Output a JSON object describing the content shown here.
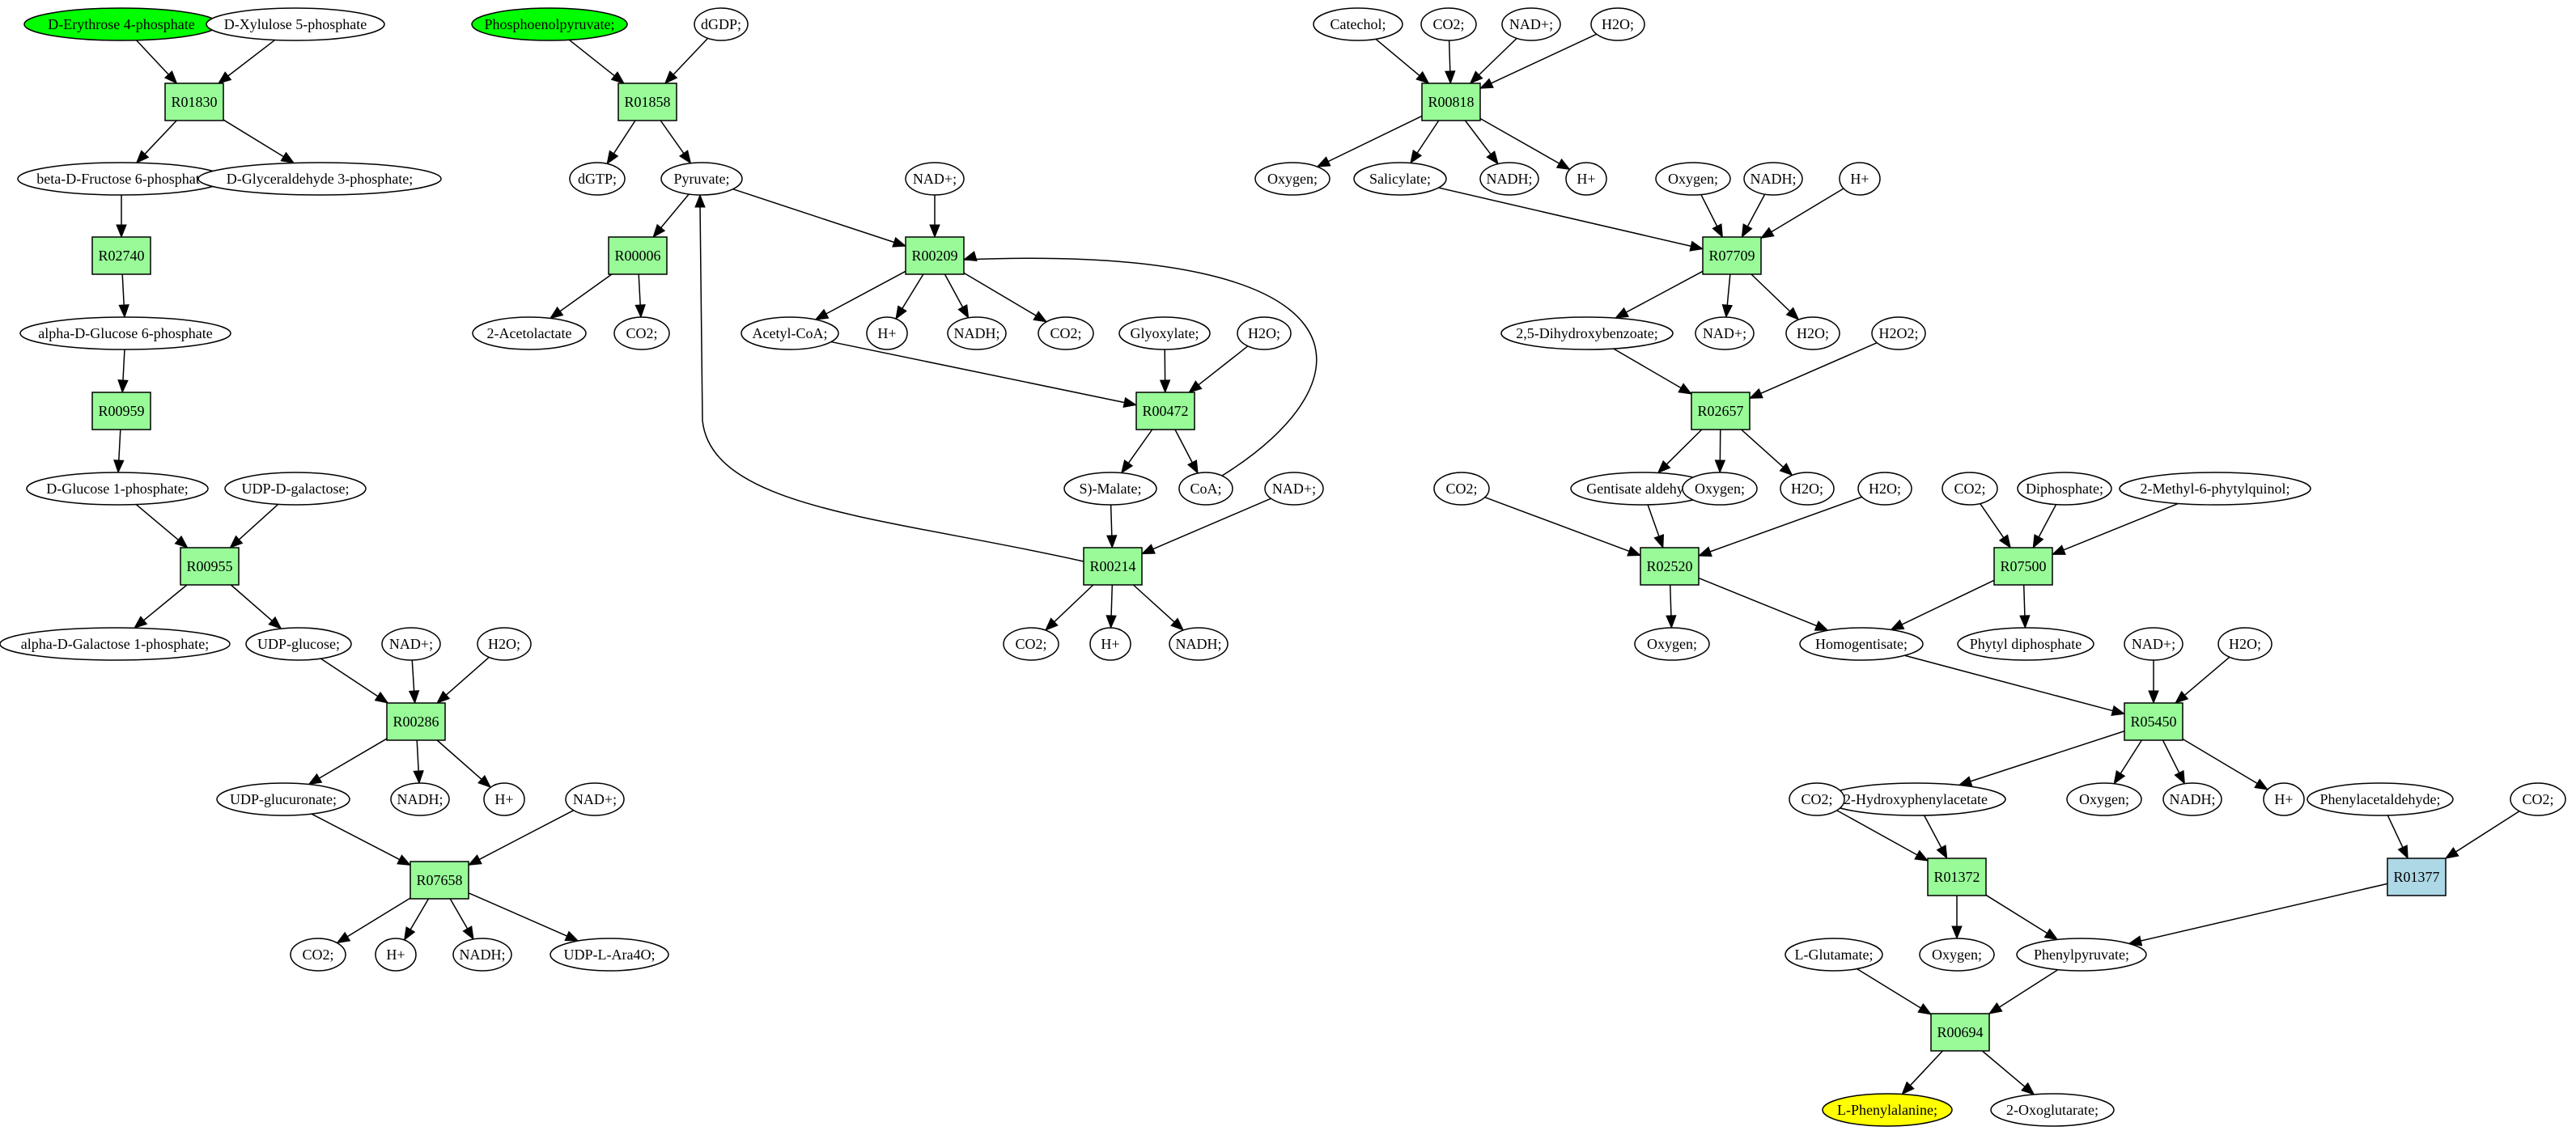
{
  "colors": {
    "reaction": "#98fb98",
    "reaction_alt": "#add8e6",
    "source": "#00ff00",
    "target": "#ffff00",
    "compound": "#ffffff",
    "stroke": "#000000"
  },
  "nodes": [
    {
      "id": "c_e4p",
      "label": "D-Erythrose 4-phosphate",
      "kind": "compound",
      "status": "source"
    },
    {
      "id": "c_x5p",
      "label": "D-Xylulose 5-phosphate",
      "kind": "compound"
    },
    {
      "id": "r_R01830",
      "label": "R01830",
      "kind": "reaction"
    },
    {
      "id": "c_bf6p",
      "label": "beta-D-Fructose 6-phosphate",
      "kind": "compound"
    },
    {
      "id": "c_g3p",
      "label": "D-Glyceraldehyde 3-phosphate;",
      "kind": "compound"
    },
    {
      "id": "r_R02740",
      "label": "R02740",
      "kind": "reaction"
    },
    {
      "id": "c_ag6p",
      "label": "alpha-D-Glucose 6-phosphate",
      "kind": "compound"
    },
    {
      "id": "r_R00959",
      "label": "R00959",
      "kind": "reaction"
    },
    {
      "id": "c_g1p",
      "label": "D-Glucose 1-phosphate;",
      "kind": "compound"
    },
    {
      "id": "c_udpgal",
      "label": "UDP-D-galactose;",
      "kind": "compound"
    },
    {
      "id": "r_R00955",
      "label": "R00955",
      "kind": "reaction"
    },
    {
      "id": "c_agal1p",
      "label": "alpha-D-Galactose 1-phosphate;",
      "kind": "compound"
    },
    {
      "id": "c_udpglc",
      "label": "UDP-glucose;",
      "kind": "compound"
    },
    {
      "id": "c_nad_a",
      "label": "NAD+;",
      "kind": "compound"
    },
    {
      "id": "c_h2o_a",
      "label": "H2O;",
      "kind": "compound"
    },
    {
      "id": "r_R00286",
      "label": "R00286",
      "kind": "reaction"
    },
    {
      "id": "c_udpgluc",
      "label": "UDP-glucuronate;",
      "kind": "compound"
    },
    {
      "id": "c_nadh_a",
      "label": "NADH;",
      "kind": "compound"
    },
    {
      "id": "c_h_a",
      "label": "H+",
      "kind": "compound"
    },
    {
      "id": "c_nad_b",
      "label": "NAD+;",
      "kind": "compound"
    },
    {
      "id": "r_R07658",
      "label": "R07658",
      "kind": "reaction"
    },
    {
      "id": "c_co2_a",
      "label": "CO2;",
      "kind": "compound"
    },
    {
      "id": "c_h_b",
      "label": "H+",
      "kind": "compound"
    },
    {
      "id": "c_nadh_b",
      "label": "NADH;",
      "kind": "compound"
    },
    {
      "id": "c_udpara",
      "label": "UDP-L-Ara4O;",
      "kind": "compound"
    },
    {
      "id": "c_pep",
      "label": "Phosphoenolpyruvate;",
      "kind": "compound",
      "status": "source"
    },
    {
      "id": "c_dgdp",
      "label": "dGDP;",
      "kind": "compound"
    },
    {
      "id": "r_R01858",
      "label": "R01858",
      "kind": "reaction"
    },
    {
      "id": "c_dgtp",
      "label": "dGTP;",
      "kind": "compound"
    },
    {
      "id": "c_pyr",
      "label": "Pyruvate;",
      "kind": "compound"
    },
    {
      "id": "r_R00006",
      "label": "R00006",
      "kind": "reaction"
    },
    {
      "id": "c_acetolac",
      "label": "2-Acetolactate",
      "kind": "compound"
    },
    {
      "id": "c_co2_b",
      "label": "CO2;",
      "kind": "compound"
    },
    {
      "id": "c_nad_c",
      "label": "NAD+;",
      "kind": "compound"
    },
    {
      "id": "r_R00209",
      "label": "R00209",
      "kind": "reaction"
    },
    {
      "id": "c_accoa",
      "label": "Acetyl-CoA;",
      "kind": "compound"
    },
    {
      "id": "c_h_c",
      "label": "H+",
      "kind": "compound"
    },
    {
      "id": "c_nadh_c",
      "label": "NADH;",
      "kind": "compound"
    },
    {
      "id": "c_co2_c",
      "label": "CO2;",
      "kind": "compound"
    },
    {
      "id": "c_glyox",
      "label": "Glyoxylate;",
      "kind": "compound"
    },
    {
      "id": "c_h2o_b",
      "label": "H2O;",
      "kind": "compound"
    },
    {
      "id": "r_R00472",
      "label": "R00472",
      "kind": "reaction"
    },
    {
      "id": "c_malate",
      "label": "S)-Malate;",
      "kind": "compound"
    },
    {
      "id": "c_coa",
      "label": "CoA;",
      "kind": "compound"
    },
    {
      "id": "c_nad_d",
      "label": "NAD+;",
      "kind": "compound"
    },
    {
      "id": "r_R00214",
      "label": "R00214",
      "kind": "reaction"
    },
    {
      "id": "c_co2_d",
      "label": "CO2;",
      "kind": "compound"
    },
    {
      "id": "c_h_d",
      "label": "H+",
      "kind": "compound"
    },
    {
      "id": "c_nadh_d",
      "label": "NADH;",
      "kind": "compound"
    },
    {
      "id": "c_catechol",
      "label": "Catechol;",
      "kind": "compound"
    },
    {
      "id": "c_co2_e",
      "label": "CO2;",
      "kind": "compound"
    },
    {
      "id": "c_nad_e",
      "label": "NAD+;",
      "kind": "compound"
    },
    {
      "id": "c_h2o_c",
      "label": "H2O;",
      "kind": "compound"
    },
    {
      "id": "r_R00818",
      "label": "R00818",
      "kind": "reaction"
    },
    {
      "id": "c_oxy_a",
      "label": "Oxygen;",
      "kind": "compound"
    },
    {
      "id": "c_salicylate",
      "label": "Salicylate;",
      "kind": "compound"
    },
    {
      "id": "c_nadh_e",
      "label": "NADH;",
      "kind": "compound"
    },
    {
      "id": "c_h_e",
      "label": "H+",
      "kind": "compound"
    },
    {
      "id": "c_oxy_b",
      "label": "Oxygen;",
      "kind": "compound"
    },
    {
      "id": "c_nadh_f",
      "label": "NADH;",
      "kind": "compound"
    },
    {
      "id": "c_h_f",
      "label": "H+",
      "kind": "compound"
    },
    {
      "id": "r_R07709",
      "label": "R07709",
      "kind": "reaction"
    },
    {
      "id": "c_dhb",
      "label": "2,5-Dihydroxybenzoate;",
      "kind": "compound"
    },
    {
      "id": "c_nad_f",
      "label": "NAD+;",
      "kind": "compound"
    },
    {
      "id": "c_h2o_d",
      "label": "H2O;",
      "kind": "compound"
    },
    {
      "id": "c_h2o2",
      "label": "H2O2;",
      "kind": "compound"
    },
    {
      "id": "r_R02657",
      "label": "R02657",
      "kind": "reaction"
    },
    {
      "id": "c_gentald",
      "label": "Gentisate aldehyde",
      "kind": "compound"
    },
    {
      "id": "c_oxy_c",
      "label": "Oxygen;",
      "kind": "compound"
    },
    {
      "id": "c_h2o_e",
      "label": "H2O;",
      "kind": "compound"
    },
    {
      "id": "c_co2_f",
      "label": "CO2;",
      "kind": "compound"
    },
    {
      "id": "c_h2o_f",
      "label": "H2O;",
      "kind": "compound"
    },
    {
      "id": "r_R02520",
      "label": "R02520",
      "kind": "reaction"
    },
    {
      "id": "c_oxy_d",
      "label": "Oxygen;",
      "kind": "compound"
    },
    {
      "id": "c_co2_g",
      "label": "CO2;",
      "kind": "compound"
    },
    {
      "id": "c_diphos",
      "label": "Diphosphate;",
      "kind": "compound"
    },
    {
      "id": "c_mpq",
      "label": "2-Methyl-6-phytylquinol;",
      "kind": "compound"
    },
    {
      "id": "r_R07500",
      "label": "R07500",
      "kind": "reaction"
    },
    {
      "id": "c_homog",
      "label": "Homogentisate;",
      "kind": "compound"
    },
    {
      "id": "c_phytyl",
      "label": "Phytyl diphosphate",
      "kind": "compound"
    },
    {
      "id": "c_nad_g",
      "label": "NAD+;",
      "kind": "compound"
    },
    {
      "id": "c_h2o_g",
      "label": "H2O;",
      "kind": "compound"
    },
    {
      "id": "r_R05450",
      "label": "R05450",
      "kind": "reaction"
    },
    {
      "id": "c_2hpa",
      "label": "2-Hydroxyphenylacetate",
      "kind": "compound"
    },
    {
      "id": "c_oxy_e",
      "label": "Oxygen;",
      "kind": "compound"
    },
    {
      "id": "c_nadh_g",
      "label": "NADH;",
      "kind": "compound"
    },
    {
      "id": "c_h_g",
      "label": "H+",
      "kind": "compound"
    },
    {
      "id": "c_co2_h",
      "label": "CO2;",
      "kind": "compound"
    },
    {
      "id": "r_R01372",
      "label": "R01372",
      "kind": "reaction"
    },
    {
      "id": "c_oxy_f",
      "label": "Oxygen;",
      "kind": "compound"
    },
    {
      "id": "c_phpyr",
      "label": "Phenylpyruvate;",
      "kind": "compound"
    },
    {
      "id": "c_phacald",
      "label": "Phenylacetaldehyde;",
      "kind": "compound"
    },
    {
      "id": "c_co2_i",
      "label": "CO2;",
      "kind": "compound"
    },
    {
      "id": "r_R01377",
      "label": "R01377",
      "kind": "reaction",
      "status": "alt"
    },
    {
      "id": "c_lglu",
      "label": "L-Glutamate;",
      "kind": "compound"
    },
    {
      "id": "r_R00694",
      "label": "R00694",
      "kind": "reaction"
    },
    {
      "id": "c_lphe",
      "label": "L-Phenylalanine;",
      "kind": "compound",
      "status": "target"
    },
    {
      "id": "c_2og",
      "label": "2-Oxoglutarate;",
      "kind": "compound"
    }
  ],
  "edges": [
    [
      "c_e4p",
      "r_R01830"
    ],
    [
      "c_x5p",
      "r_R01830"
    ],
    [
      "r_R01830",
      "c_bf6p"
    ],
    [
      "r_R01830",
      "c_g3p"
    ],
    [
      "c_bf6p",
      "r_R02740"
    ],
    [
      "r_R02740",
      "c_ag6p"
    ],
    [
      "c_ag6p",
      "r_R00959"
    ],
    [
      "r_R00959",
      "c_g1p"
    ],
    [
      "c_g1p",
      "r_R00955"
    ],
    [
      "c_udpgal",
      "r_R00955"
    ],
    [
      "r_R00955",
      "c_agal1p"
    ],
    [
      "r_R00955",
      "c_udpglc"
    ],
    [
      "c_udpglc",
      "r_R00286"
    ],
    [
      "c_nad_a",
      "r_R00286"
    ],
    [
      "c_h2o_a",
      "r_R00286"
    ],
    [
      "r_R00286",
      "c_udpgluc"
    ],
    [
      "r_R00286",
      "c_nadh_a"
    ],
    [
      "r_R00286",
      "c_h_a"
    ],
    [
      "c_udpgluc",
      "r_R07658"
    ],
    [
      "c_nad_b",
      "r_R07658"
    ],
    [
      "r_R07658",
      "c_co2_a"
    ],
    [
      "r_R07658",
      "c_h_b"
    ],
    [
      "r_R07658",
      "c_nadh_b"
    ],
    [
      "r_R07658",
      "c_udpara"
    ],
    [
      "c_pep",
      "r_R01858"
    ],
    [
      "c_dgdp",
      "r_R01858"
    ],
    [
      "r_R01858",
      "c_dgtp"
    ],
    [
      "r_R01858",
      "c_pyr"
    ],
    [
      "c_pyr",
      "r_R00006"
    ],
    [
      "r_R00006",
      "c_acetolac"
    ],
    [
      "r_R00006",
      "c_co2_b"
    ],
    [
      "c_pyr",
      "r_R00209"
    ],
    [
      "c_nad_c",
      "r_R00209"
    ],
    [
      "r_R00209",
      "c_accoa"
    ],
    [
      "r_R00209",
      "c_h_c"
    ],
    [
      "r_R00209",
      "c_nadh_c"
    ],
    [
      "r_R00209",
      "c_co2_c"
    ],
    [
      "c_accoa",
      "r_R00472"
    ],
    [
      "c_glyox",
      "r_R00472"
    ],
    [
      "c_h2o_b",
      "r_R00472"
    ],
    [
      "r_R00472",
      "c_malate"
    ],
    [
      "r_R00472",
      "c_coa"
    ],
    [
      "c_coa",
      "r_R00209",
      "curve-coa"
    ],
    [
      "c_malate",
      "r_R00214"
    ],
    [
      "c_nad_d",
      "r_R00214"
    ],
    [
      "r_R00214",
      "c_pyr",
      "curve-pyr"
    ],
    [
      "r_R00214",
      "c_co2_d"
    ],
    [
      "r_R00214",
      "c_h_d"
    ],
    [
      "r_R00214",
      "c_nadh_d"
    ],
    [
      "c_catechol",
      "r_R00818"
    ],
    [
      "c_co2_e",
      "r_R00818"
    ],
    [
      "c_nad_e",
      "r_R00818"
    ],
    [
      "c_h2o_c",
      "r_R00818"
    ],
    [
      "r_R00818",
      "c_oxy_a"
    ],
    [
      "r_R00818",
      "c_salicylate"
    ],
    [
      "r_R00818",
      "c_nadh_e"
    ],
    [
      "r_R00818",
      "c_h_e"
    ],
    [
      "c_salicylate",
      "r_R07709"
    ],
    [
      "c_oxy_b",
      "r_R07709"
    ],
    [
      "c_nadh_f",
      "r_R07709"
    ],
    [
      "c_h_f",
      "r_R07709"
    ],
    [
      "r_R07709",
      "c_dhb"
    ],
    [
      "r_R07709",
      "c_nad_f"
    ],
    [
      "r_R07709",
      "c_h2o_d"
    ],
    [
      "c_dhb",
      "r_R02657"
    ],
    [
      "c_h2o2",
      "r_R02657"
    ],
    [
      "r_R02657",
      "c_gentald"
    ],
    [
      "r_R02657",
      "c_oxy_c"
    ],
    [
      "r_R02657",
      "c_h2o_e"
    ],
    [
      "c_co2_f",
      "r_R02520"
    ],
    [
      "c_gentald",
      "r_R02520"
    ],
    [
      "c_h2o_f",
      "r_R02520"
    ],
    [
      "r_R02520",
      "c_oxy_d"
    ],
    [
      "r_R02520",
      "c_homog"
    ],
    [
      "c_co2_g",
      "r_R07500"
    ],
    [
      "c_diphos",
      "r_R07500"
    ],
    [
      "c_mpq",
      "r_R07500"
    ],
    [
      "r_R07500",
      "c_homog"
    ],
    [
      "r_R07500",
      "c_phytyl"
    ],
    [
      "c_homog",
      "r_R05450"
    ],
    [
      "c_nad_g",
      "r_R05450"
    ],
    [
      "c_h2o_g",
      "r_R05450"
    ],
    [
      "r_R05450",
      "c_2hpa"
    ],
    [
      "r_R05450",
      "c_oxy_e"
    ],
    [
      "r_R05450",
      "c_nadh_g"
    ],
    [
      "r_R05450",
      "c_h_g"
    ],
    [
      "c_co2_h",
      "r_R01372"
    ],
    [
      "c_2hpa",
      "r_R01372"
    ],
    [
      "r_R01372",
      "c_oxy_f"
    ],
    [
      "r_R01372",
      "c_phpyr"
    ],
    [
      "c_phacald",
      "r_R01377"
    ],
    [
      "c_co2_i",
      "r_R01377"
    ],
    [
      "r_R01377",
      "c_phpyr"
    ],
    [
      "c_lglu",
      "r_R00694"
    ],
    [
      "c_phpyr",
      "r_R00694"
    ],
    [
      "r_R00694",
      "c_lphe"
    ],
    [
      "r_R00694",
      "c_2og"
    ]
  ]
}
